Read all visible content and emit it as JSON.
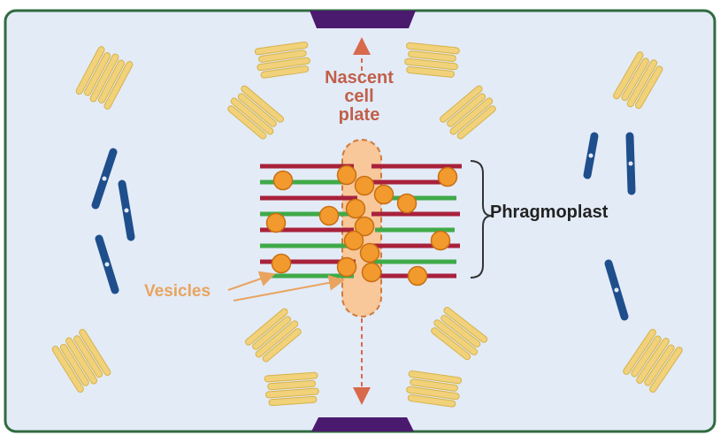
{
  "labels": {
    "nascent_line1": "Nascent",
    "nascent_line2": "cell",
    "nascent_line3": "plate",
    "phragmoplast": "Phragmoplast",
    "vesicles": "Vesicles"
  },
  "colors": {
    "background": "#ffffff",
    "cell_fill": "#e3ebf7",
    "cell_border": "#2f6b3f",
    "plasma_membrane_cap": "#4a1a6e",
    "golgi": "#f1d27a",
    "golgi_outline": "#d6b24a",
    "chromosome": "#1e4f8c",
    "microtubule_red": "#a8213b",
    "microtubule_green": "#3faa49",
    "vesicle": "#f39a2e",
    "vesicle_outline": "#c86f12",
    "cell_plate": "#f8c79a",
    "nascent_text": "#c0604a",
    "phragmoplast_text": "#222222",
    "vesicle_text": "#e9a45f",
    "arrow_dashed": "#d9694b"
  },
  "icons": [
    "golgi-stack-icon",
    "chromosome-icon",
    "vesicle-icon",
    "microtubule-icon"
  ]
}
